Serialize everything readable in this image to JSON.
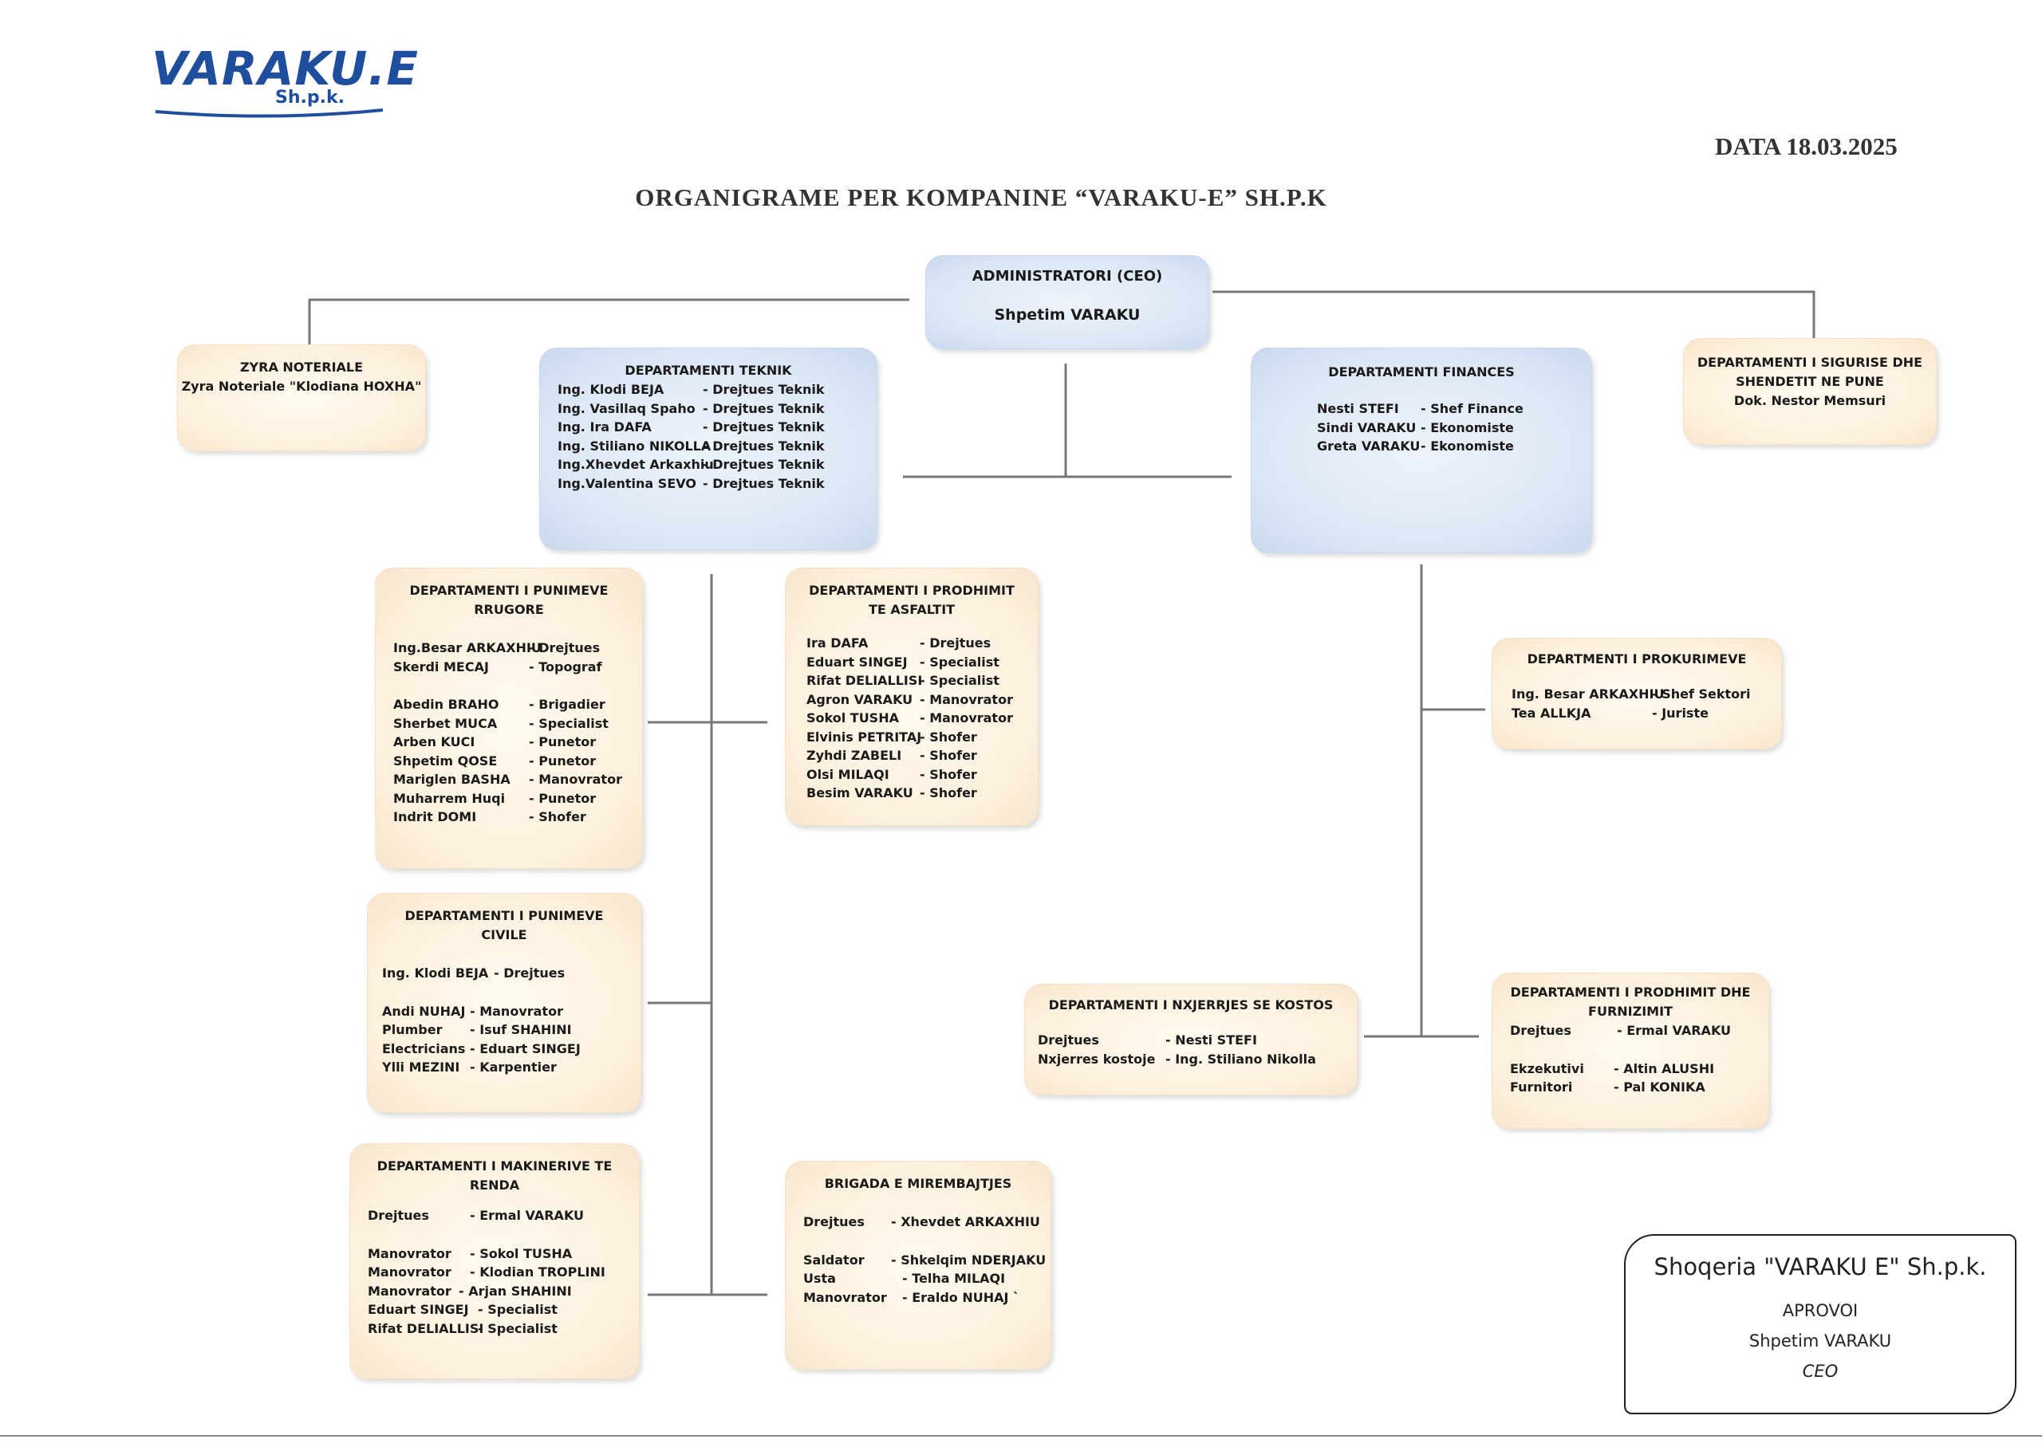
{
  "logo": {
    "main": "VARAKU.E",
    "sub": "Sh.p.k."
  },
  "date": "DATA 18.03.2025",
  "title": "ORGANIGRAME PER KOMPANINE “VARAKU-E” SH.P.K",
  "ceo": {
    "title": "ADMINISTRATORI (CEO)",
    "name": "Shpetim VARAKU"
  },
  "noterial": {
    "title": "ZYRA NOTERIALE",
    "line": "Zyra Noteriale \"Klodiana HOXHA\""
  },
  "safety": {
    "title1": "DEPARTAMENTI I SIGURISE DHE",
    "title2": "SHENDETIT NE PUNE",
    "line": "Dok. Nestor Memsuri"
  },
  "technical": {
    "title": "DEPARTAMENTI TEKNIK",
    "rows": [
      [
        "Ing. Klodi BEJA",
        "-  Drejtues Teknik"
      ],
      [
        "Ing. Vasillaq Spaho",
        "- Drejtues Teknik"
      ],
      [
        "Ing. Ira DAFA",
        "- Drejtues Teknik"
      ],
      [
        "Ing. Stiliano NIKOLLA",
        "- Drejtues Teknik"
      ],
      [
        "Ing.Xhevdet Arkaxhiu",
        "- Drejtues Teknik"
      ],
      [
        "Ing.Valentina SEVO",
        "- Drejtues Teknik"
      ]
    ]
  },
  "finance": {
    "title": "DEPARTAMENTI FINANCES",
    "rows": [
      [
        "Nesti STEFI",
        "-    Shef Finance"
      ],
      [
        "Sindi VARAKU",
        "-    Ekonomiste"
      ],
      [
        "Greta VARAKU",
        "-    Ekonomiste"
      ]
    ]
  },
  "roads": {
    "title1": "DEPARTAMENTI I PUNIMEVE",
    "title2": "RRUGORE",
    "rows_a": [
      [
        "Ing.Besar ARKAXHIU",
        "-  Drejtues"
      ],
      [
        "Skerdi MECAJ",
        "-  Topograf"
      ]
    ],
    "rows_b": [
      [
        "Abedin BRAHO",
        "-  Brigadier"
      ],
      [
        "Sherbet MUCA",
        "-  Specialist"
      ],
      [
        "Arben KUCI",
        "-  Punetor"
      ],
      [
        "Shpetim QOSE",
        "-  Punetor"
      ],
      [
        "Mariglen BASHA",
        "-  Manovrator"
      ],
      [
        "Muharrem Huqi",
        "-  Punetor"
      ],
      [
        "Indrit DOMI",
        "-  Shofer"
      ]
    ]
  },
  "asphalt": {
    "title1": "DEPARTAMENTI I PRODHIMIT",
    "title2": "TE ASFALTIT",
    "rows": [
      [
        "Ira DAFA",
        "-  Drejtues"
      ],
      [
        "Eduart SINGEJ",
        "-  Specialist"
      ],
      [
        "Rifat DELIALLISI",
        "-  Specialist"
      ],
      [
        "Agron VARAKU",
        "-  Manovrator"
      ],
      [
        "Sokol TUSHA",
        "-  Manovrator"
      ],
      [
        "Elvinis PETRITAJ",
        "-  Shofer"
      ],
      [
        "Zyhdi ZABELI",
        "-  Shofer"
      ],
      [
        "Olsi MILAQI",
        "-  Shofer"
      ],
      [
        "Besim VARAKU",
        "-  Shofer"
      ]
    ]
  },
  "procurement": {
    "title": "DEPARTMENTI I PROKURIMEVE",
    "rows": [
      [
        "Ing. Besar ARKAXHIU",
        "-  Shef Sektori"
      ],
      [
        "Tea ALLKJA",
        "-  Juriste"
      ]
    ]
  },
  "civil": {
    "title": "DEPARTAMENTI I PUNIMEVE CIVILE",
    "rows_a": [
      [
        "Ing. Klodi BEJA",
        "-  Drejtues"
      ]
    ],
    "rows_b": [
      [
        "Andi NUHAJ",
        "-  Manovrator"
      ],
      [
        "Plumber",
        "-  Isuf SHAHINI"
      ],
      [
        "Electricians",
        "-  Eduart SINGEJ"
      ],
      [
        "Ylli MEZINI",
        "-  Karpentier"
      ]
    ]
  },
  "cost": {
    "title": "DEPARTAMENTI I NXJERRJES SE KOSTOS",
    "rows": [
      [
        "Drejtues",
        "- Nesti STEFI"
      ],
      [
        "Nxjerres kostoje",
        "- Ing. Stiliano Nikolla"
      ]
    ]
  },
  "supply": {
    "title1": "DEPARTAMENTI I PRODHIMIT DHE",
    "title2": "FURNIZIMIT",
    "rows_a": [
      [
        "Drejtues",
        "- Ermal VARAKU"
      ]
    ],
    "rows_b": [
      [
        "Ekzekutivi",
        "- Altin ALUSHI"
      ],
      [
        "Furnitori",
        "- Pal KONIKA"
      ]
    ]
  },
  "machinery": {
    "title1": "DEPARTAMENTI I MAKINERIVE TE",
    "title2": "RENDA",
    "rows_a": [
      [
        "Drejtues",
        "-  Ermal VARAKU"
      ]
    ],
    "rows_b": [
      [
        "Manovrator",
        "- Sokol TUSHA"
      ],
      [
        "Manovrator",
        "- Klodian TROPLINI"
      ],
      [
        "Manovrator",
        "- Arjan SHAHINI"
      ],
      [
        "Eduart SINGEJ",
        "-  Specialist"
      ],
      [
        "Rifat DELIALLISI",
        "-  Specialist"
      ]
    ]
  },
  "maintenance": {
    "title": "BRIGADA E MIREMBAJTJES",
    "rows_a": [
      [
        "Drejtues",
        "- Xhevdet ARKAXHIU"
      ]
    ],
    "rows_b": [
      [
        "Saldator",
        "- Shkelqim NDERJAKU"
      ],
      [
        "Usta",
        "- Telha MILAQI"
      ],
      [
        "Manovrator",
        "- Eraldo NUHAJ  `"
      ]
    ]
  },
  "stamp": {
    "company": "Shoqeria  \"VARAKU E\" Sh.p.k.",
    "approved": "APROVOI",
    "name": "Shpetim VARAKU",
    "role": "CEO"
  }
}
